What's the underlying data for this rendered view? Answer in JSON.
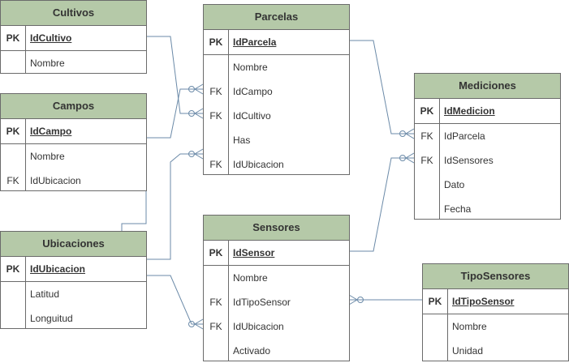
{
  "entities": {
    "cultivos": {
      "title": "Cultivos",
      "rows": [
        {
          "key": "PK",
          "name": "IdCultivo"
        },
        {
          "key": "",
          "name": "Nombre"
        }
      ]
    },
    "campos": {
      "title": "Campos",
      "rows": [
        {
          "key": "PK",
          "name": "IdCampo"
        },
        {
          "key": "",
          "name": "Nombre"
        },
        {
          "key": "FK",
          "name": "IdUbicacion"
        }
      ]
    },
    "ubicaciones": {
      "title": "Ubicaciones",
      "rows": [
        {
          "key": "PK",
          "name": "IdUbicacion"
        },
        {
          "key": "",
          "name": "Latitud"
        },
        {
          "key": "",
          "name": "Longuitud"
        }
      ]
    },
    "parcelas": {
      "title": "Parcelas",
      "rows": [
        {
          "key": "PK",
          "name": "IdParcela"
        },
        {
          "key": "",
          "name": "Nombre"
        },
        {
          "key": "FK",
          "name": "IdCampo"
        },
        {
          "key": "FK",
          "name": "IdCultivo"
        },
        {
          "key": "",
          "name": "Has"
        },
        {
          "key": "FK",
          "name": "IdUbicacion"
        }
      ]
    },
    "sensores": {
      "title": "Sensores",
      "rows": [
        {
          "key": "PK",
          "name": "IdSensor"
        },
        {
          "key": "",
          "name": "Nombre"
        },
        {
          "key": "FK",
          "name": "IdTipoSensor"
        },
        {
          "key": "FK",
          "name": "IdUbicacion"
        },
        {
          "key": "",
          "name": "Activado"
        }
      ]
    },
    "mediciones": {
      "title": "Mediciones",
      "rows": [
        {
          "key": "PK",
          "name": "IdMedicion"
        },
        {
          "key": "FK",
          "name": "IdParcela"
        },
        {
          "key": "FK",
          "name": "IdSensores"
        },
        {
          "key": "",
          "name": "Dato"
        },
        {
          "key": "",
          "name": "Fecha"
        }
      ]
    },
    "tiposensores": {
      "title": "TipoSensores",
      "rows": [
        {
          "key": "PK",
          "name": "IdTipoSensor"
        },
        {
          "key": "",
          "name": "Nombre"
        },
        {
          "key": "",
          "name": "Unidad"
        }
      ]
    }
  },
  "colors": {
    "header": "#b5c9a8",
    "border": "#6b6b6b",
    "connector": "#6b8aa8"
  }
}
